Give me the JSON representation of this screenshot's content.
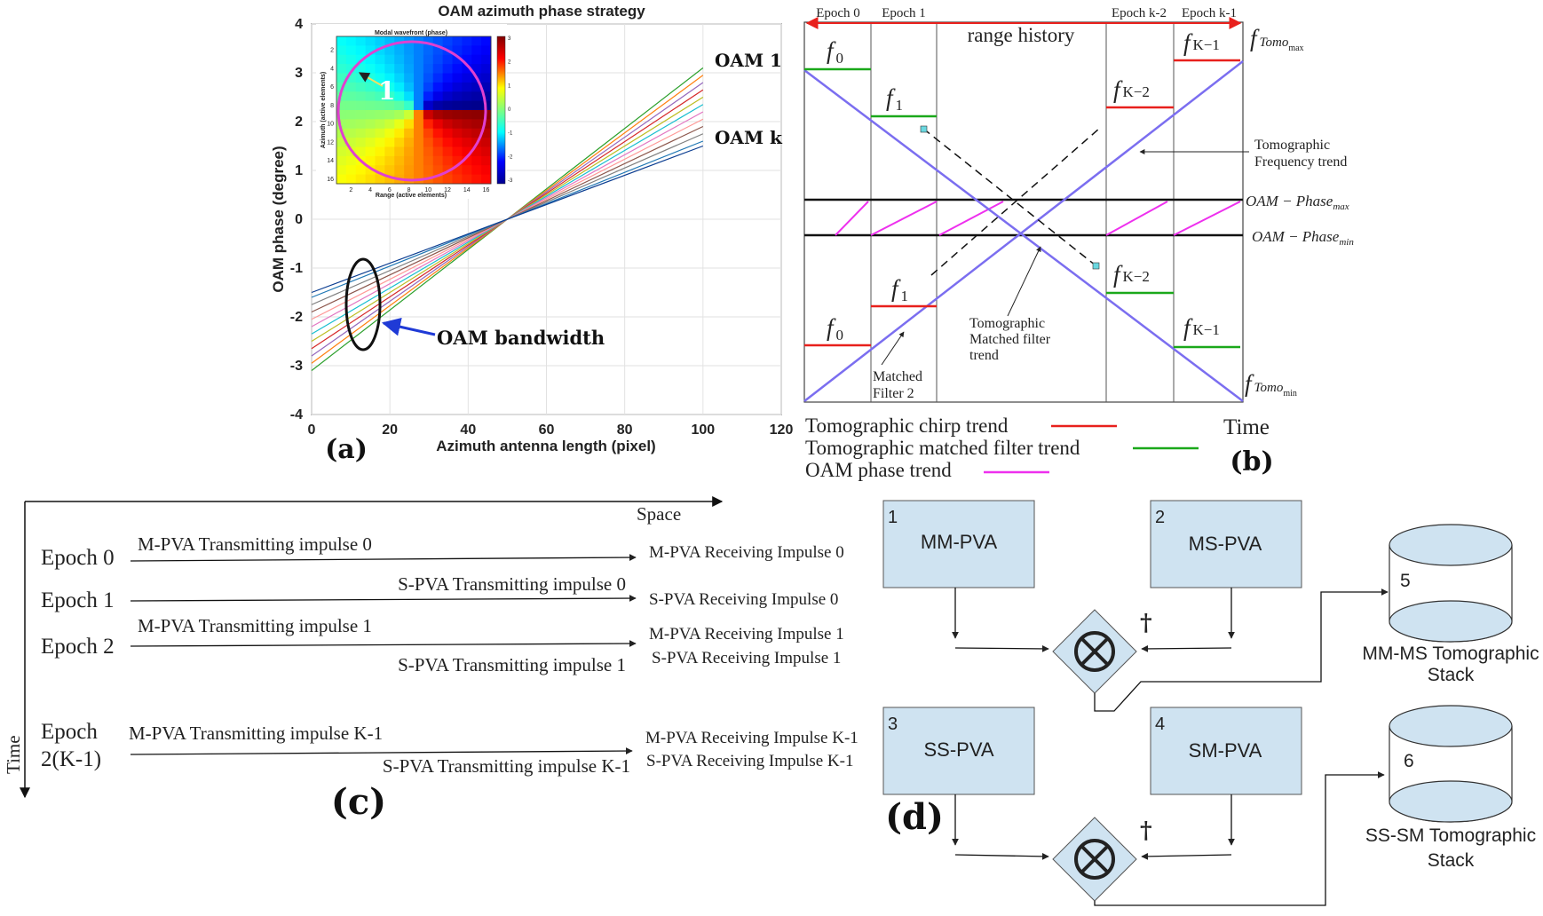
{
  "colors": {
    "blue_line": "#7b6ef0",
    "red": "#e8201c",
    "green": "#1aa81a",
    "magenta": "#ee30ee",
    "box_fill": "#cfe3f1",
    "box_stroke": "#555555",
    "ellipse_stroke": "#111111",
    "arrow_blue": "#1f3ad6"
  },
  "panel_a": {
    "title": "OAM azimuth phase strategy",
    "xlabel": "Azimuth antenna length (pixel)",
    "ylabel": "OAM phase (degree)",
    "label": "(a)",
    "annotations": {
      "oam1": "OAM 1",
      "oamk": "OAM k",
      "bandwidth": "OAM bandwidth"
    },
    "inset": {
      "title": "Modal wavefront (phase)",
      "xlabel": "Range (active elements)",
      "ylabel": "Azimuth (active elements)",
      "marker": "1",
      "xticks": [
        "2",
        "4",
        "6",
        "8",
        "10",
        "12",
        "14",
        "16"
      ],
      "yticks": [
        "2",
        "4",
        "6",
        "8",
        "10",
        "12",
        "14",
        "16"
      ],
      "cbar_ticks": [
        "3",
        "2",
        "1",
        "0",
        "-1",
        "-2",
        "-3"
      ]
    }
  },
  "chart_data": {
    "type": "line",
    "title": "OAM azimuth phase strategy",
    "xlabel": "Azimuth antenna length (pixel)",
    "ylabel": "OAM phase (degree)",
    "xlim": [
      0,
      120
    ],
    "ylim": [
      -4,
      4
    ],
    "xticks": [
      0,
      20,
      40,
      60,
      80,
      100,
      120
    ],
    "yticks": [
      -4,
      -3,
      -2,
      -1,
      0,
      1,
      2,
      3,
      4
    ],
    "grid": true,
    "pivot": [
      50,
      0
    ],
    "series": [
      {
        "x": [
          0,
          100
        ],
        "y": [
          -3.1,
          3.1
        ],
        "color": "#2ca02c"
      },
      {
        "x": [
          0,
          100
        ],
        "y": [
          -2.95,
          2.95
        ],
        "color": "#ff7f0e"
      },
      {
        "x": [
          0,
          100
        ],
        "y": [
          -2.8,
          2.8
        ],
        "color": "#9467bd"
      },
      {
        "x": [
          0,
          100
        ],
        "y": [
          -2.65,
          2.65
        ],
        "color": "#d62728"
      },
      {
        "x": [
          0,
          100
        ],
        "y": [
          -2.5,
          2.5
        ],
        "color": "#bcbd22"
      },
      {
        "x": [
          0,
          100
        ],
        "y": [
          -2.35,
          2.35
        ],
        "color": "#17becf"
      },
      {
        "x": [
          0,
          100
        ],
        "y": [
          -2.2,
          2.2
        ],
        "color": "#e377c2"
      },
      {
        "x": [
          0,
          100
        ],
        "y": [
          -2.05,
          2.05
        ],
        "color": "#ff9896"
      },
      {
        "x": [
          0,
          100
        ],
        "y": [
          -1.9,
          1.9
        ],
        "color": "#8c564b"
      },
      {
        "x": [
          0,
          100
        ],
        "y": [
          -1.75,
          1.75
        ],
        "color": "#7f7f7f"
      },
      {
        "x": [
          0,
          100
        ],
        "y": [
          -1.6,
          1.6
        ],
        "color": "#1f77b4"
      },
      {
        "x": [
          0,
          100
        ],
        "y": [
          -1.5,
          1.5
        ],
        "color": "#0b3d91"
      }
    ]
  },
  "panel_b": {
    "epochs": [
      "Epoch 0",
      "Epoch 1",
      "Epoch k-2",
      "Epoch k-1"
    ],
    "range_history": "range history",
    "time": "Time",
    "label": "(b)",
    "f0": "f",
    "f0_sub": "0",
    "f1": "f",
    "f1_sub": "1",
    "fk2": "f",
    "fk2_sub": "K−2",
    "fk1": "f",
    "fk1_sub": "K−1",
    "ftomo_max": "f",
    "ftomo_max_sub": "Tomo",
    "ftomo_max_subsub": "max",
    "ftomo_min": "f",
    "ftomo_min_sub": "Tomo",
    "ftomo_min_subsub": "min",
    "oam_phase_max": "OAM − Phase",
    "oam_phase_max_sub": "max",
    "oam_phase_min": "OAM − Phase",
    "oam_phase_min_sub": "min",
    "freq_trend": [
      "Tomographic",
      "Frequency trend"
    ],
    "mf_trend": [
      "Tomographic",
      "Matched filter",
      "trend"
    ],
    "mf2": [
      "Matched",
      "Filter 2"
    ],
    "legend": {
      "chirp": "Tomographic chirp trend",
      "matched": "Tomographic matched filter trend",
      "oam": "OAM phase trend"
    }
  },
  "panel_c": {
    "space": "Space",
    "time": "Time",
    "label": "(c)",
    "rows": [
      {
        "epoch": "Epoch 0",
        "tx": "M-PVA Transmitting impulse 0",
        "rx": [
          "M-PVA Receiving Impulse 0"
        ]
      },
      {
        "epoch": "Epoch 1",
        "tx": "S-PVA Transmitting impulse 0",
        "rx": [
          "S-PVA Receiving Impulse 0"
        ]
      },
      {
        "epoch": "Epoch 2",
        "tx": "M-PVA Transmitting impulse 1",
        "tx2": "S-PVA Transmitting impulse 1",
        "rx": [
          "M-PVA Receiving Impulse 1",
          "S-PVA Receiving Impulse 1"
        ]
      },
      {
        "epoch": "Epoch",
        "epoch2": "2(K-1)",
        "tx": "M-PVA Transmitting impulse K-1",
        "tx2": "S-PVA Transmitting impulse K-1",
        "rx": [
          "M-PVA Receiving Impulse K-1",
          "S-PVA Receiving Impulse K-1"
        ]
      }
    ]
  },
  "panel_d": {
    "label": "(d)",
    "boxes": [
      {
        "num": "1",
        "text": "MM-PVA"
      },
      {
        "num": "2",
        "text": "MS-PVA"
      },
      {
        "num": "3",
        "text": "SS-PVA"
      },
      {
        "num": "4",
        "text": "SM-PVA"
      }
    ],
    "stacks": [
      {
        "num": "5",
        "label": [
          "MM-MS Tomographic",
          "Stack"
        ]
      },
      {
        "num": "6",
        "label": [
          "SS-SM Tomographic",
          "Stack"
        ]
      }
    ],
    "dagger": "†",
    "multiply": "⊗"
  }
}
